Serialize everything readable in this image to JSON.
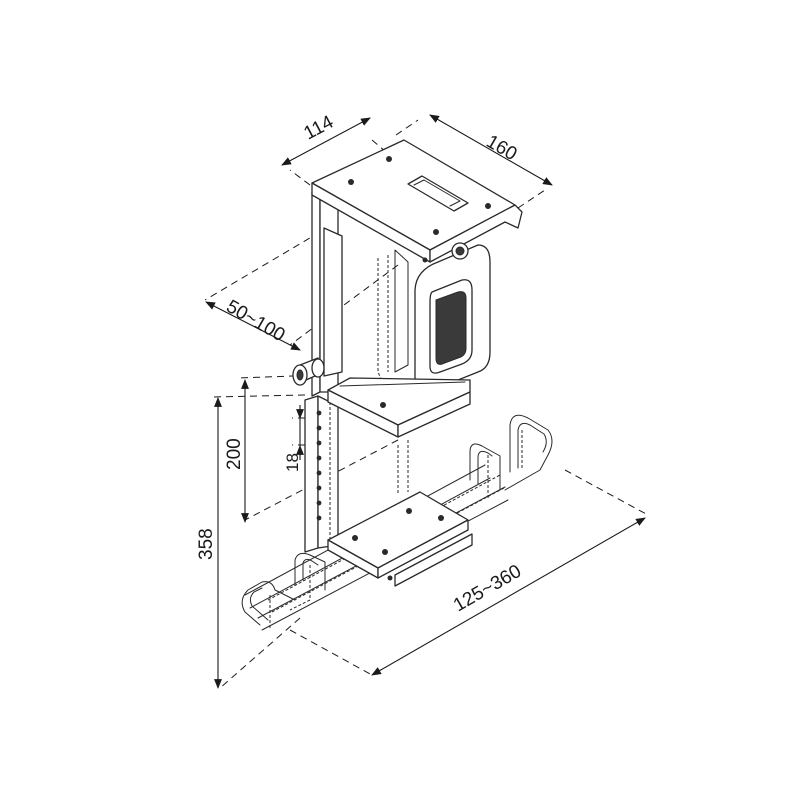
{
  "diagram": {
    "dimensions": {
      "top_depth": "114",
      "top_width": "160",
      "clamp_range": "50~100",
      "height_adjust": "200",
      "hole_pitch": "18",
      "total_height": "358",
      "width_range": "125~360"
    },
    "colors": {
      "line": "#2a2a2a",
      "background": "#ffffff"
    }
  }
}
